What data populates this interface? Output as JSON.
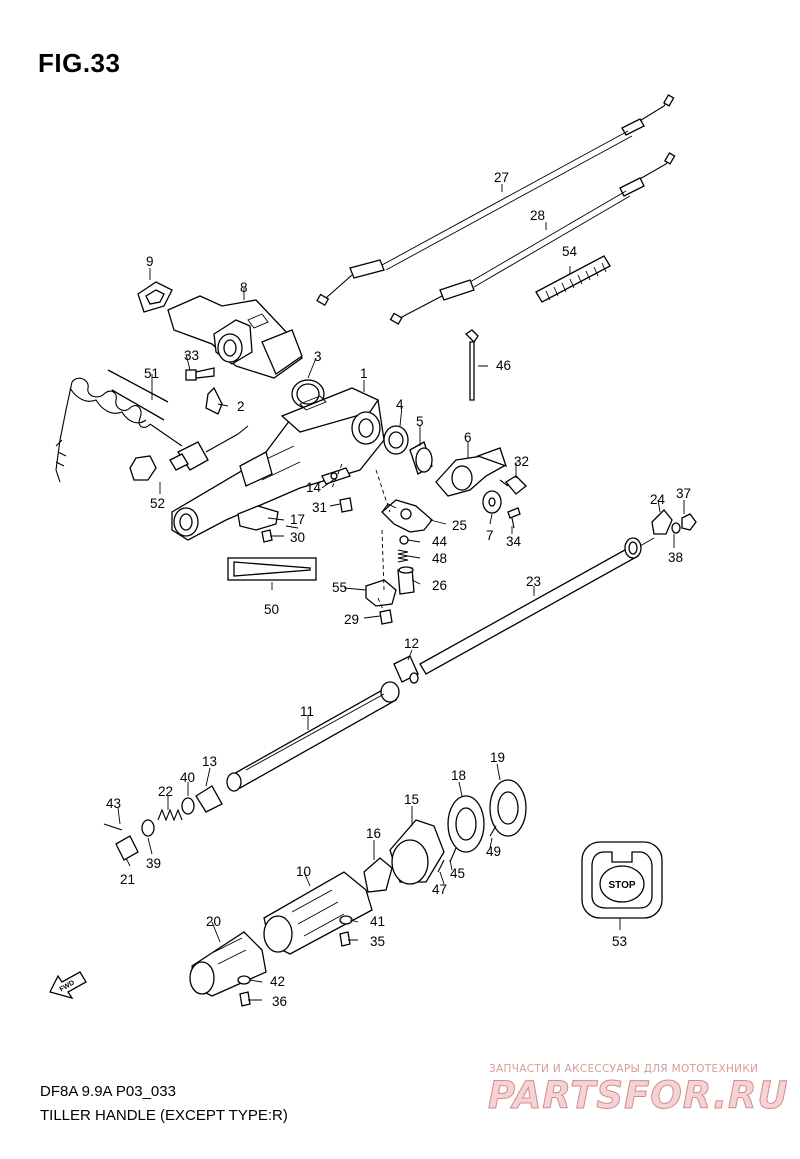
{
  "figure": {
    "title": "FIG.33",
    "footer_model": "DF8A 9.9A P03_033",
    "footer_caption": "TILLER HANDLE (EXCEPT TYPE:R)"
  },
  "callouts": [
    "1",
    "2",
    "3",
    "4",
    "5",
    "6",
    "7",
    "8",
    "9",
    "10",
    "11",
    "12",
    "13",
    "14",
    "15",
    "16",
    "17",
    "18",
    "19",
    "20",
    "21",
    "22",
    "23",
    "24",
    "25",
    "26",
    "27",
    "28",
    "29",
    "30",
    "31",
    "32",
    "33",
    "34",
    "35",
    "36",
    "37",
    "38",
    "39",
    "40",
    "41",
    "42",
    "43",
    "44",
    "45",
    "46",
    "47",
    "48",
    "49",
    "50",
    "51",
    "52",
    "53",
    "54",
    "55"
  ],
  "sticker": {
    "label": "STOP"
  },
  "direction": {
    "label": "FWD"
  },
  "watermark": {
    "line1": "ЗАПЧАСТИ И АКСЕССУАРЫ ДЛЯ МОТОТЕХНИКИ",
    "line2": "PARTSFOR.RU"
  }
}
